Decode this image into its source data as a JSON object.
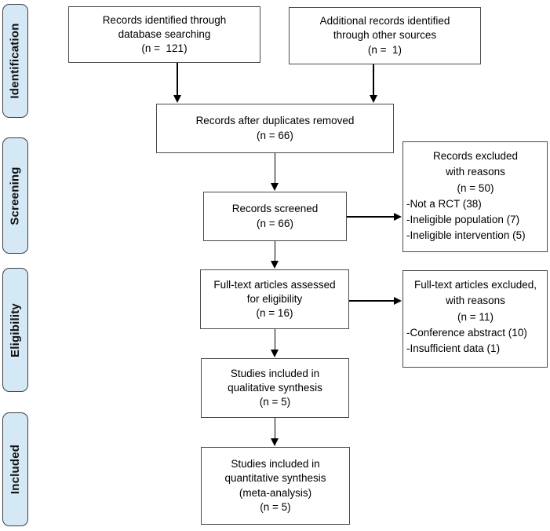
{
  "diagram_type": "prisma-flow-diagram",
  "colors": {
    "background": "#ffffff",
    "stage_fill": "#d5e8f6",
    "stage_border": "#3f3f3f",
    "box_fill": "#ffffff",
    "box_border": "#4a4a4a",
    "arrow": "#000000",
    "text": "#000000"
  },
  "sidebar": {
    "items": [
      {
        "label": "Identification"
      },
      {
        "label": "Screening"
      },
      {
        "label": "Eligibility"
      },
      {
        "label": "Included"
      }
    ]
  },
  "flow": {
    "identified_db": "Records identified through\ndatabase searching\n(n =  121)",
    "identified_other": "Additional records identified\nthrough other sources\n(n =  1)",
    "after_duplicates": "Records after duplicates removed\n(n = 66)",
    "screened": "Records screened\n(n = 66)",
    "fulltext_assessed": "Full-text articles assessed\nfor eligibility\n(n = 16)",
    "qualitative": "Studies included in\nqualitative synthesis\n(n = 5)",
    "quantitative": "Studies included in\nquantitative synthesis\n(meta-analysis)\n(n = 5)",
    "records_excluded": {
      "title": "Records excluded\nwith reasons\n(n = 50)",
      "reasons": [
        "-Not a RCT (38)",
        "-Ineligible population (7)",
        "-Ineligible intervention (5)"
      ]
    },
    "fulltext_excluded": {
      "title": "Full-text articles excluded,\nwith reasons\n(n = 11)",
      "reasons": [
        "-Conference abstract (10)",
        "-Insufficient data (1)"
      ]
    }
  }
}
